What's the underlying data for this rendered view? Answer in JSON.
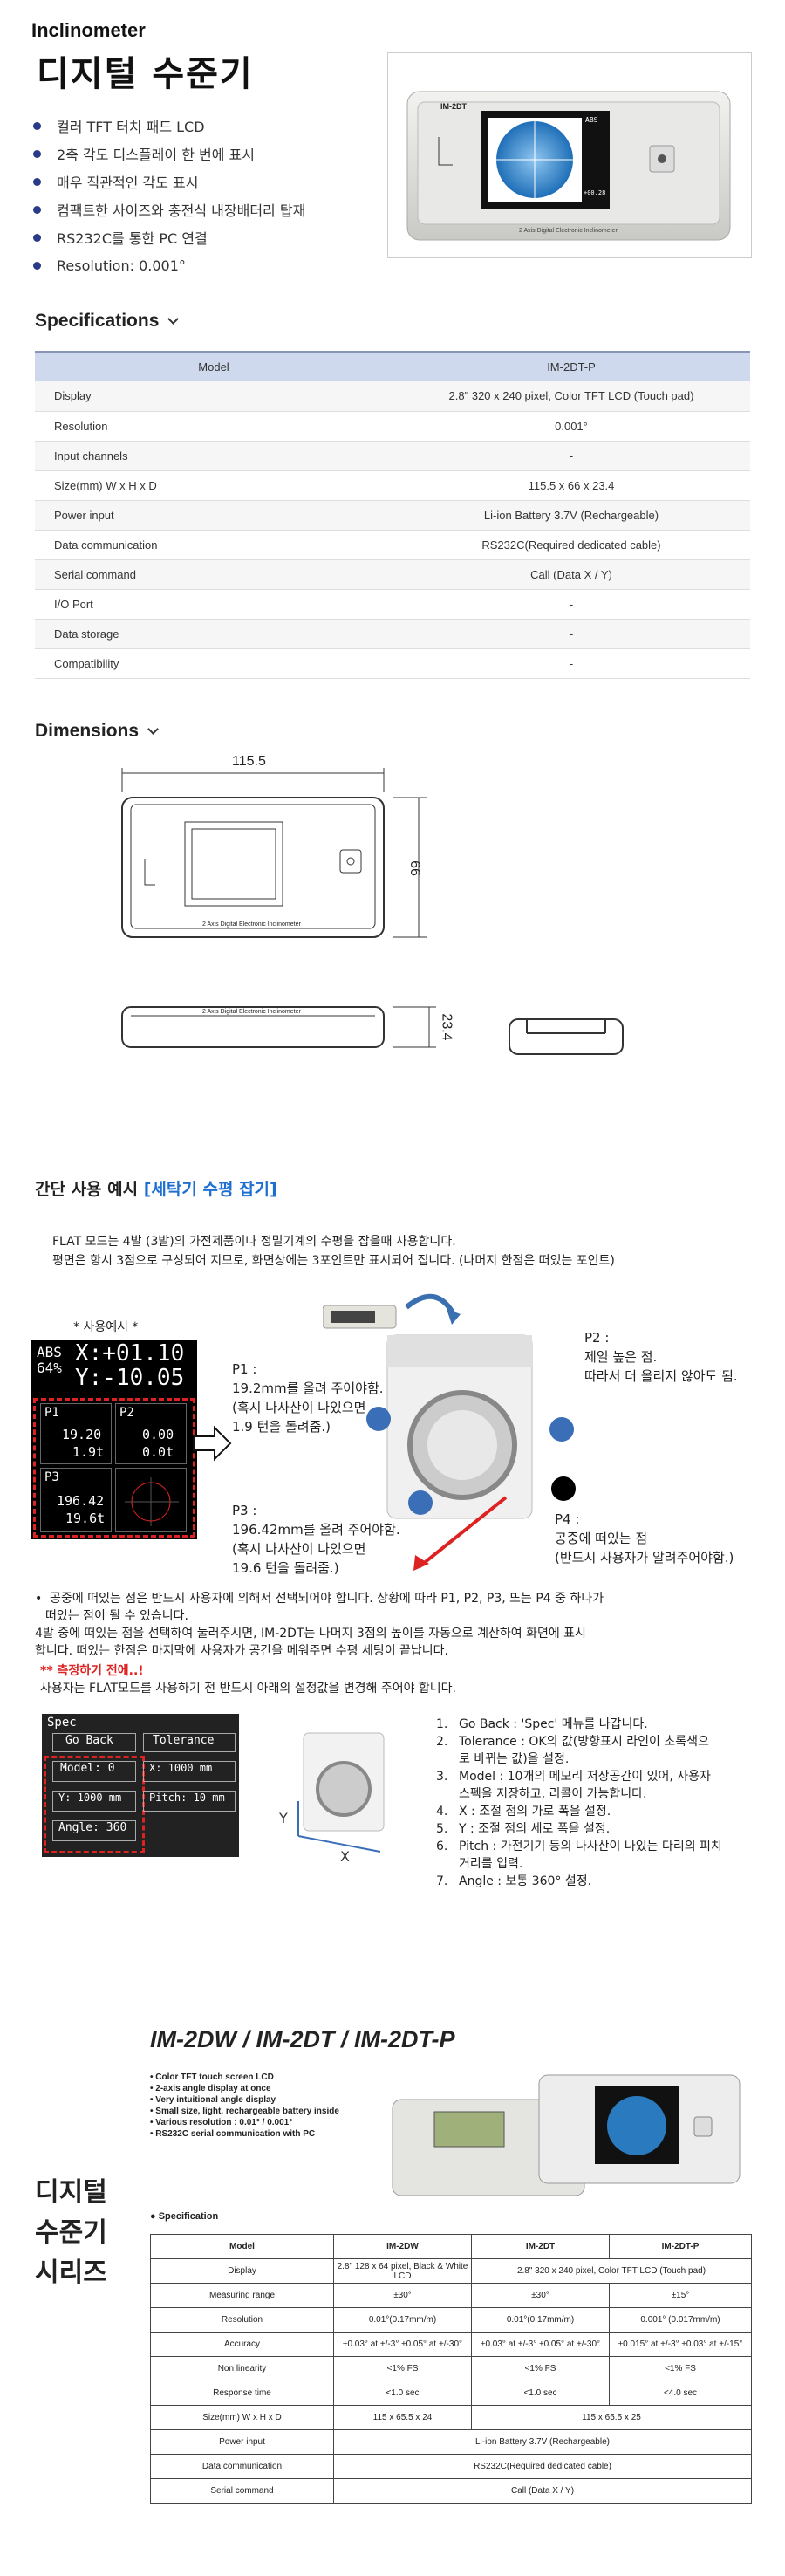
{
  "header": {
    "title_en": "Inclinometer",
    "title_kr": "디지털 수준기"
  },
  "features": [
    "컬러 TFT 터치 패드 LCD",
    "2축 각도 디스플레이 한 번에 표시",
    "매우 직관적인 각도 표시",
    "컴팩트한 사이즈와 충전식 내장배터리 탑재",
    "RS232C를 통한 PC 연결",
    "Resolution: 0.001°"
  ],
  "device": {
    "model_tag": "IM-2DT",
    "screen_readout_top": "ABS",
    "screen_readout_bottom": "+00.28",
    "caption": "2 Axis Digital Electronic Inclinometer"
  },
  "specs": {
    "title": "Specifications",
    "head": [
      "Model",
      "IM-2DT-P"
    ],
    "rows": [
      [
        "Display",
        "2.8\" 320 x 240 pixel, Color TFT LCD (Touch pad)"
      ],
      [
        "Resolution",
        "0.001°"
      ],
      [
        "Input channels",
        "-"
      ],
      [
        "Size(mm) W x H x D",
        "115.5 x 66 x 23.4"
      ],
      [
        "Power input",
        "Li-ion Battery 3.7V (Rechargeable)"
      ],
      [
        "Data communication",
        "RS232C(Required dedicated cable)"
      ],
      [
        "Serial command",
        "Call (Data X / Y)"
      ],
      [
        "I/O Port",
        "-"
      ],
      [
        "Data storage",
        "-"
      ],
      [
        "Compatibility",
        "-"
      ]
    ]
  },
  "dimensions": {
    "title": "Dimensions",
    "width": "115.5",
    "height": "66",
    "depth": "23.4",
    "caption": "2 Axis Digital Electronic Inclinometer"
  },
  "usage": {
    "title": "간단 사용 예시",
    "highlight": "[세탁기 수평 잡기]",
    "intro1": "FLAT 모드는 4발 (3발)의 가전제품이나 정밀기계의 수평을 잡을때 사용합니다.",
    "intro2": "평면은 항시 3점으로 구성되어 지므로, 화면상에는 3포인트만 표시되어 집니다. (나머지 한점은 떠있는 포인트)",
    "example_label": "* 사용예시 *",
    "lcd": {
      "abs": "ABS",
      "pct": "64%",
      "x": "X:+01.10",
      "y": "Y:-10.05",
      "p1": "P1",
      "p1a": "19.20",
      "p1b": "1.9t",
      "p2": "P2",
      "p2a": "0.00",
      "p2b": "0.0t",
      "p3": "P3",
      "p3a": "196.42",
      "p3b": "19.6t"
    },
    "p1": [
      "P1 :",
      "19.2mm를 올려 주어야함.",
      "(혹시 나사산이 나있으면",
      "1.9 턴을 돌려줌.)"
    ],
    "p2": [
      "P2 :",
      "제일 높은 점.",
      "따라서 더 올리지 않아도 됨."
    ],
    "p3": [
      "P3 :",
      "196.42mm를 올려 주어야함.",
      "(혹시 나사산이 나있으면",
      "19.6 턴을 돌려줌.)"
    ],
    "p4": [
      "P4 :",
      "공중에 떠있는 점",
      "(반드시 사용자가 알려주어야함.)"
    ],
    "note": [
      "공중에 떠있는 점은 반드시 사용자에 의해서 선택되어야 합니다. 상황에 따라 P1, P2, P3, 또는 P4 중 하나가",
      "떠있는 점이 될 수 있습니다.",
      "4발 중에 떠있는 점을 선택하여 눌러주시면, IM-2DT는 나머지 3점의 높이를 자동으로 계산하여 화면에 표시",
      "합니다. 떠있는 한점은 마지막에 사용자가 공간을 메워주면 수평 세팅이 끝납니다."
    ],
    "before": "** 측정하기 전에..!",
    "before2": "사용자는 FLAT모드를 사용하기 전 반드시 아래의 설정값을 변경해 주어야 합니다.",
    "spec_lcd": {
      "title": "Spec",
      "back": "Go Back",
      "tol": "Tolerance",
      "model": "Model: 0",
      "x": "X: 1000 mm",
      "y": "Y: 1000 mm",
      "pitch": "Pitch: 10 mm",
      "angle": "Angle: 360"
    },
    "axis_y": "Y",
    "axis_x": "X",
    "steps": [
      "Go Back : 'Spec' 메뉴를 나갑니다.",
      "Tolerance : OK의 값(방향표시 라인이 초록색으",
      "로 바뀌는 값)을 설정.",
      "Model : 10개의 메모리 저장공간이 있어, 사용자",
      "스펙을 저장하고, 리콜이 가능합니다.",
      "X : 조절 점의 가로 폭을 설정.",
      "Y : 조절 점의 세로 폭을 설정.",
      "Pitch : 가전기기 등의 나사산이 나있는 다리의 피치",
      "거리를 입력.",
      "Angle : 보통 360° 설정."
    ],
    "step_nums": [
      "1.",
      "2.",
      "",
      "3.",
      "",
      "4.",
      "5.",
      "6.",
      "",
      "7."
    ]
  },
  "series": {
    "title": "IM-2DW / IM-2DT / IM-2DT-P",
    "side": [
      "디지털",
      "수준기",
      "시리즈"
    ],
    "bullets": [
      "• Color TFT touch screen LCD",
      "• 2-axis angle display at once",
      "• Very intuitional angle display",
      "• Small size, light, rechargeable battery inside",
      "• Various resolution : 0.01° / 0.001°",
      "• RS232C serial communication with PC"
    ],
    "spec_label": "● Specification",
    "head": [
      "Model",
      "IM-2DW",
      "IM-2DT",
      "IM-2DT-P"
    ],
    "display": [
      "Display",
      "2.8\" 128 x 64 pixel, Black & White LCD",
      "2.8\" 320 x 240 pixel, Color TFT LCD (Touch pad)"
    ],
    "range": [
      "Measuring range",
      "±30°",
      "±30°",
      "±15°"
    ],
    "res": [
      "Resolution",
      "0.01°(0.17mm/m)",
      "0.01°(0.17mm/m)",
      "0.001° (0.017mm/m)"
    ],
    "acc": [
      "Accuracy",
      "±0.03° at +/-3° ±0.05° at +/-30°",
      "±0.03° at +/-3° ±0.05° at +/-30°",
      "±0.015° at +/-3° ±0.03° at +/-15°"
    ],
    "lin": [
      "Non linearity",
      "<1% FS",
      "<1% FS",
      "<1% FS"
    ],
    "resp": [
      "Response time",
      "<1.0 sec",
      "<1.0 sec",
      "<4.0 sec"
    ],
    "size": [
      "Size(mm) W x H x D",
      "115 x 65.5 x 24",
      "115 x 65.5 x 25"
    ],
    "power": [
      "Power input",
      "Li-ion Battery 3.7V (Rechargeable)"
    ],
    "comm": [
      "Data communication",
      "RS232C(Required dedicated cable)"
    ],
    "serial": [
      "Serial command",
      "Call (Data X / Y)"
    ]
  }
}
